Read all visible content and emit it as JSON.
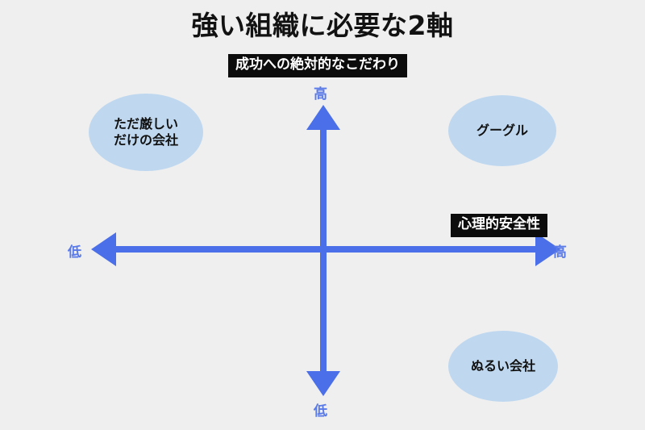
{
  "slide": {
    "title": "強い組織に必要な2軸",
    "background_color": "#efefef",
    "accent_color": "#4a6fe8",
    "bubble_color": "#bfd8ef",
    "label_box_color": "#0c0c0c"
  },
  "axes": {
    "vertical": {
      "title": "成功への絶対的なこだわり",
      "high_label": "高",
      "low_label": "低"
    },
    "horizontal": {
      "title": "心理的安全性",
      "high_label": "高",
      "low_label": "低"
    }
  },
  "quadrants": [
    {
      "id": "strict-only-company",
      "label": "ただ厳しい\nだけの会社",
      "position": "top-left"
    },
    {
      "id": "google",
      "label": "グーグル",
      "position": "top-right"
    },
    {
      "id": "lax-company",
      "label": "ぬるい会社",
      "position": "bottom-right"
    }
  ],
  "chart_data": {
    "type": "scatter",
    "title": "強い組織に必要な2軸",
    "xlabel": "心理的安全性",
    "ylabel": "成功への絶対的なこだわり",
    "xlim": [
      "低",
      "高"
    ],
    "ylim": [
      "低",
      "高"
    ],
    "grid": false,
    "legend": "none",
    "points": [
      {
        "label": "ただ厳しいだけの会社",
        "x": "低",
        "y": "高",
        "quadrant": "top-left"
      },
      {
        "label": "グーグル",
        "x": "高",
        "y": "高",
        "quadrant": "top-right"
      },
      {
        "label": "ぬるい会社",
        "x": "高",
        "y": "低",
        "quadrant": "bottom-right"
      }
    ]
  }
}
